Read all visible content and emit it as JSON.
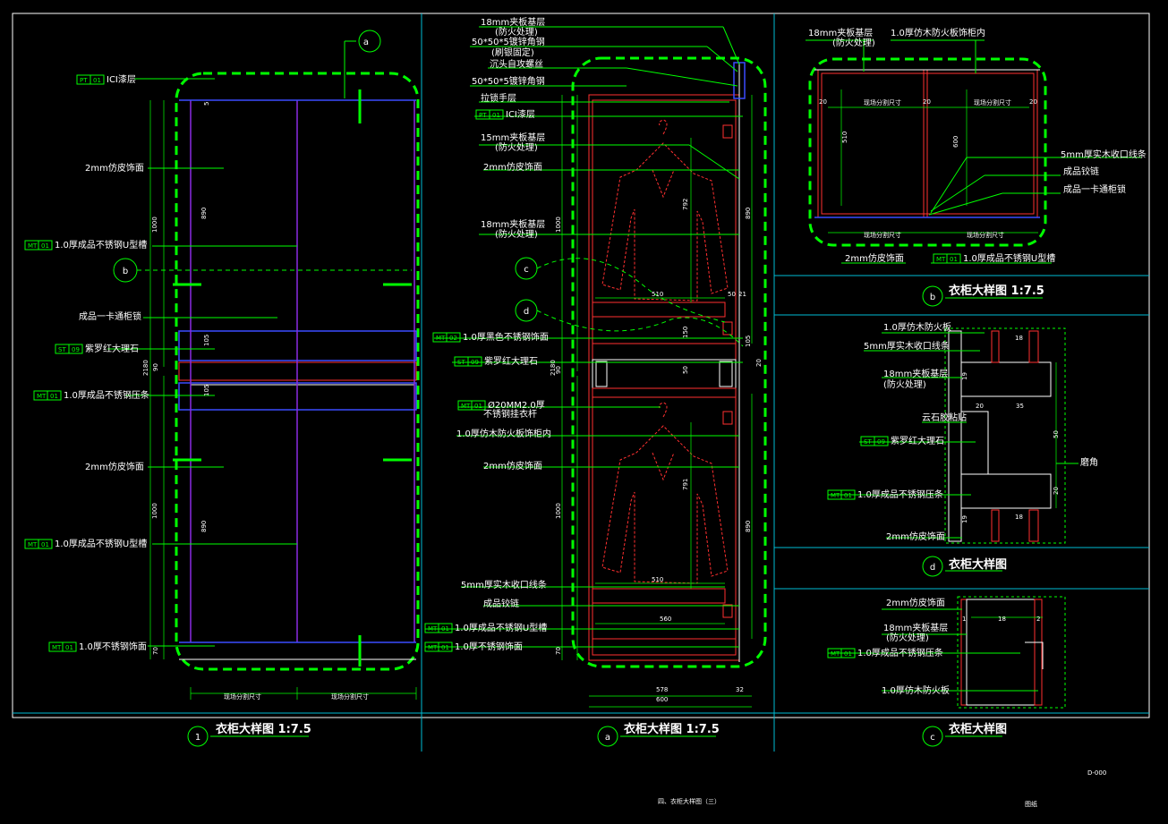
{
  "panel_left": {
    "title": "衣柜大样图 1:7.5",
    "section_marker": "a",
    "side_marker": "b",
    "bottom_marker": "1",
    "labels": [
      {
        "tag": "PT",
        "code": "01",
        "text": "ICI漆层"
      },
      {
        "tag": "",
        "code": "",
        "text": "2mm仿皮饰面"
      },
      {
        "tag": "MT",
        "code": "01",
        "text": "1.0厚成品不锈钢U型槽"
      },
      {
        "tag": "",
        "code": "",
        "text": "成品一卡通柜锁"
      },
      {
        "tag": "ST",
        "code": "09",
        "text": "紫罗红大理石"
      },
      {
        "tag": "MT",
        "code": "01",
        "text": "1.0厚成品不锈钢压条"
      },
      {
        "tag": "",
        "code": "",
        "text": "2mm仿皮饰面"
      },
      {
        "tag": "MT",
        "code": "01",
        "text": "1.0厚成品不锈钢U型槽"
      },
      {
        "tag": "MT",
        "code": "01",
        "text": "1.0厚不锈钢饰面"
      }
    ],
    "dims": [
      "1000",
      "2180",
      "1000",
      "890",
      "890",
      "70",
      "5",
      "90",
      "105",
      "105"
    ],
    "bottom_dims": [
      "现场分割尺寸",
      "现场分割尺寸"
    ]
  },
  "panel_mid": {
    "title": "衣柜大样图 1:7.5",
    "section_marker": "a",
    "markers": [
      "c",
      "d"
    ],
    "labels": [
      {
        "tag": "",
        "code": "",
        "text": "18mm夹板基层"
      },
      {
        "tag": "",
        "code": "",
        "text": "(防火处理)"
      },
      {
        "tag": "",
        "code": "",
        "text": "50*50*5镀锌角钢"
      },
      {
        "tag": "",
        "code": "",
        "text": "(刷银固定)"
      },
      {
        "tag": "",
        "code": "",
        "text": "沉头自攻螺丝"
      },
      {
        "tag": "",
        "code": "",
        "text": "50*50*5镀锌角钢"
      },
      {
        "tag": "",
        "code": "",
        "text": "拉锁手层"
      },
      {
        "tag": "PT",
        "code": "01",
        "text": "ICI漆层"
      },
      {
        "tag": "",
        "code": "",
        "text": "15mm夹板基层"
      },
      {
        "tag": "",
        "code": "",
        "text": "(防火处理)"
      },
      {
        "tag": "",
        "code": "",
        "text": "2mm仿皮饰面"
      },
      {
        "tag": "",
        "code": "",
        "text": "18mm夹板基层"
      },
      {
        "tag": "",
        "code": "",
        "text": "(防火处理)"
      },
      {
        "tag": "MT",
        "code": "02",
        "text": "1.0厚黑色不锈钢饰面"
      },
      {
        "tag": "ST",
        "code": "09",
        "text": "紫罗红大理石"
      },
      {
        "tag": "MT",
        "code": "01",
        "text": "Ø20MM2.0厚"
      },
      {
        "tag": "",
        "code": "",
        "text": "不锈钢挂衣杆"
      },
      {
        "tag": "",
        "code": "",
        "text": "1.0厚仿木防火板饰柜内"
      },
      {
        "tag": "",
        "code": "",
        "text": "2mm仿皮饰面"
      },
      {
        "tag": "",
        "code": "",
        "text": "5mm厚实木收口线条"
      },
      {
        "tag": "",
        "code": "",
        "text": "成品铰链"
      },
      {
        "tag": "MT",
        "code": "01",
        "text": "1.0厚成品不锈钢U型槽"
      },
      {
        "tag": "MT",
        "code": "01",
        "text": "1.0厚不锈钢饰面"
      }
    ],
    "dims": [
      "1000",
      "2180",
      "1000",
      "792",
      "791",
      "890",
      "890",
      "510",
      "510",
      "560",
      "578",
      "32",
      "600",
      "50",
      "21",
      "150",
      "90",
      "50",
      "105",
      "20",
      "70"
    ]
  },
  "panel_tr": {
    "title": "衣柜大样图 1:7.5",
    "marker": "b",
    "labels": [
      {
        "tag": "",
        "code": "",
        "text": "18mm夹板基层"
      },
      {
        "tag": "",
        "code": "",
        "text": "(防火处理)"
      },
      {
        "tag": "",
        "code": "",
        "text": "1.0厚仿木防火板饰柜内"
      },
      {
        "tag": "",
        "code": "",
        "text": "5mm厚实木收口线条"
      },
      {
        "tag": "",
        "code": "",
        "text": "成品铰链"
      },
      {
        "tag": "",
        "code": "",
        "text": "成品一卡通柜锁"
      },
      {
        "tag": "",
        "code": "",
        "text": "2mm仿皮饰面"
      },
      {
        "tag": "MT",
        "code": "01",
        "text": "1.0厚成品不锈钢U型槽"
      }
    ],
    "dims": [
      "20",
      "20",
      "20",
      "510",
      "600",
      "现场分割尺寸",
      "现场分割尺寸"
    ]
  },
  "panel_mr": {
    "title": "衣柜大样图",
    "marker": "d",
    "labels": [
      {
        "tag": "",
        "code": "",
        "text": "1.0厚仿木防火板"
      },
      {
        "tag": "",
        "code": "",
        "text": "5mm厚实木收口线条"
      },
      {
        "tag": "",
        "code": "",
        "text": "18mm夹板基层"
      },
      {
        "tag": "",
        "code": "",
        "text": "(防火处理)"
      },
      {
        "tag": "",
        "code": "",
        "text": "云石胶粘贴"
      },
      {
        "tag": "ST",
        "code": "09",
        "text": "紫罗红大理石"
      },
      {
        "tag": "",
        "code": "",
        "text": "磨角"
      },
      {
        "tag": "MT",
        "code": "01",
        "text": "1.0厚成品不锈钢压条"
      },
      {
        "tag": "",
        "code": "",
        "text": "2mm仿皮饰面"
      }
    ],
    "dims": [
      "18",
      "19",
      "20",
      "35",
      "50",
      "20",
      "19",
      "18"
    ]
  },
  "panel_br": {
    "title": "衣柜大样图",
    "marker": "c",
    "labels": [
      {
        "tag": "",
        "code": "",
        "text": "2mm仿皮饰面"
      },
      {
        "tag": "",
        "code": "",
        "text": "18mm夹板基层"
      },
      {
        "tag": "",
        "code": "",
        "text": "(防火处理)"
      },
      {
        "tag": "MT",
        "code": "01",
        "text": "1.0厚成品不锈钢压条"
      },
      {
        "tag": "",
        "code": "",
        "text": "1.0厚仿木防火板"
      }
    ],
    "dims": [
      "1",
      "18",
      "2"
    ]
  },
  "footer": {
    "sheet_title": "四、衣柜大样图（三）",
    "stamp": "图纸",
    "sheet_no": "D-000"
  }
}
